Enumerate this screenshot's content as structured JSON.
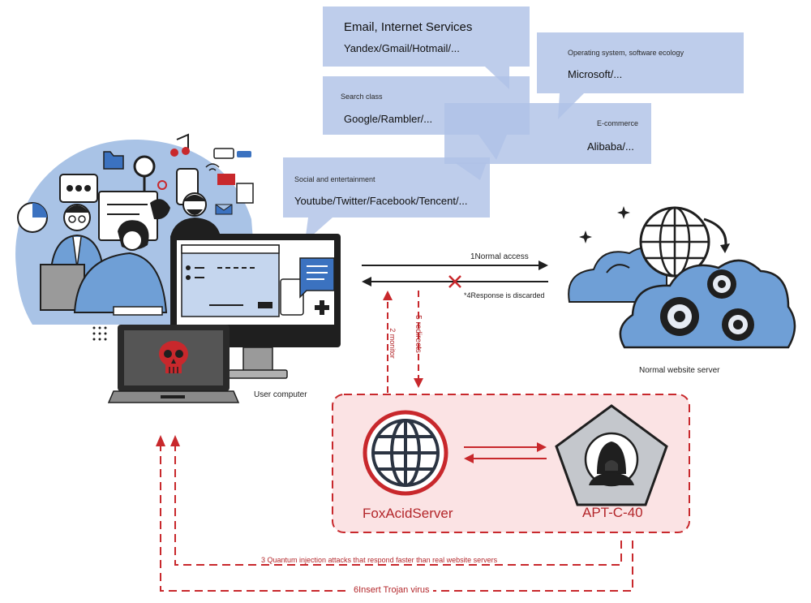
{
  "services": {
    "email": {
      "category": "Email, Internet Services",
      "examples": "Yandex/Gmail/Hotmail/..."
    },
    "os": {
      "category": "Operating system, software ecology",
      "examples": "Microsoft/..."
    },
    "search": {
      "category": "Search class",
      "examples": "Google/Rambler/..."
    },
    "ecommerce": {
      "category": "E-commerce",
      "examples": "Alibaba/..."
    },
    "social": {
      "category": "Social and entertainment",
      "examples": "Youtube/Twitter/Facebook/Tencent/..."
    }
  },
  "nodes": {
    "user_computer": "User computer",
    "website_server": "Normal website server",
    "foxacid": "FoxAcidServer",
    "apt": "APT-C-40"
  },
  "flows": {
    "normal_access": "1Normal access",
    "monitor": "2 monitor",
    "quantum": "3 Quantum injection attacks that respond faster than real website servers",
    "discarded": "*4Response is discarded",
    "redirects": "5 redirects",
    "trojan": "6Insert Trojan virus"
  },
  "colors": {
    "bubble": "#b0c2e6",
    "attack_red": "#c8282c",
    "attack_zone": "#fbe3e4",
    "illustration_blue": "#6f9fd6",
    "dark": "#1f1f1f"
  }
}
